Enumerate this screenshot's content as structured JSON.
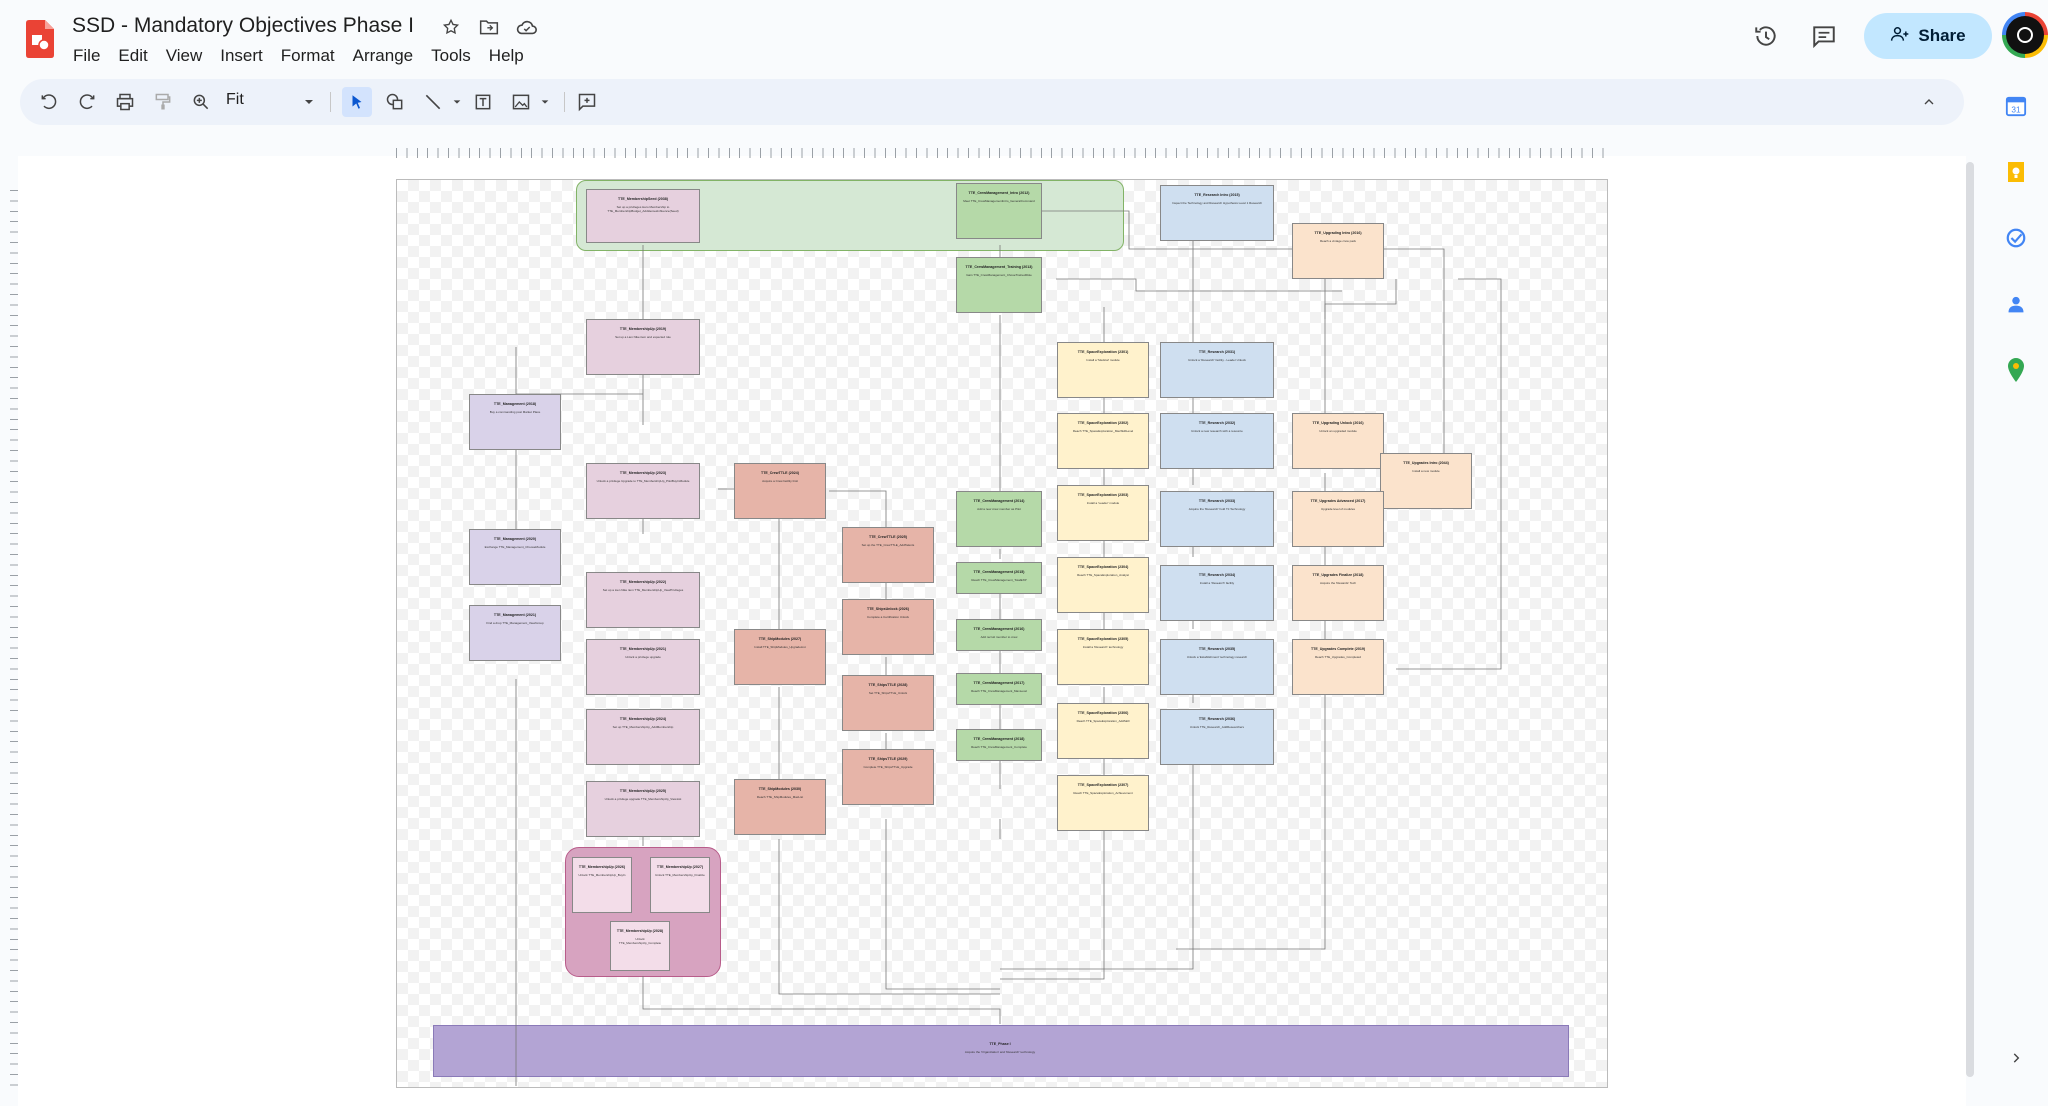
{
  "app": {
    "title": "SSD - Mandatory Objectives Phase I",
    "menu": [
      "File",
      "Edit",
      "Insert",
      "Format",
      "Arrange",
      "Tools",
      "Help",
      "View"
    ],
    "menu_order": [
      "File",
      "Edit",
      "View",
      "Insert",
      "Format",
      "Arrange",
      "Tools",
      "Help"
    ],
    "share_label": "Share",
    "zoom_label": "Fit",
    "accent": "#c2e7ff"
  },
  "toolbar": {
    "icons": [
      "undo-icon",
      "redo-icon",
      "print-icon",
      "paint-format-icon",
      "zoom-icon",
      "select-icon",
      "shape-icon",
      "line-icon",
      "text-box-icon",
      "image-icon",
      "comment-icon"
    ]
  },
  "diagram": {
    "nodes": [
      {
        "id": "n1",
        "title": "TTE_MembershipSeed (2038)",
        "desc": "Set up a privileges Hero Membership to TTE_MembershipBudget_AddHeroesInfluence(Seed)"
      },
      {
        "id": "n2",
        "title": "TTE_CrewManagement_Intro (2012)",
        "desc": "Meet TTE_CrewManagementIntro_GeneralCommand"
      },
      {
        "id": "n3",
        "title": "TTE_Research Intro (2015)",
        "desc": "Inspect the Technology and Research Hypothesis Level 1 Research"
      },
      {
        "id": "n4",
        "title": "TTE_Upgrading Intro (2016)",
        "desc": "Reach a vintage crew pack"
      },
      {
        "id": "n5",
        "title": "TTE_CrewManagement_Training (2013)",
        "desc": "Gain TTE_CrewManagement_ChoseTrainedRole"
      },
      {
        "id": "n6",
        "title": "TTE_MembershipUp (2019)",
        "desc": "Set up a Lien Nike item and expected role"
      },
      {
        "id": "n7",
        "title": "TTE_SpaceExploration (2301)",
        "desc": "Install a 'Medical' module"
      },
      {
        "id": "n8",
        "title": "TTE_Research (2031)",
        "desc": "Unlock a 'Research' facility - Leader Unlock"
      },
      {
        "id": "n9",
        "title": "TTE_Management (2018)",
        "desc": "Buy a commanding post Market Place"
      },
      {
        "id": "n10",
        "title": "TTE_SpaceExploration (2302)",
        "desc": "Reach TTE_SpaceExploration_MaxSkillLevel"
      },
      {
        "id": "n11",
        "title": "TTE_Research (2032)",
        "desc": "Unlock a new research with a resource"
      },
      {
        "id": "n12",
        "title": "TTE_Upgrading Unlock (2016)",
        "desc": "Unlock an upgraded module"
      },
      {
        "id": "n13",
        "title": "TTE_MembershipUp (2023)",
        "desc": "Unlock a privilege Upgrade to TTE_MembershipUp_PilotBuyInModule"
      },
      {
        "id": "n14",
        "title": "TTE_CrewTTLE (2024)",
        "desc": "Acquire a Crew facility limit"
      },
      {
        "id": "n15",
        "title": "TTE_Upgrades Intro (2044)",
        "desc": "Install a new module"
      },
      {
        "id": "n16",
        "title": "TTE_CrewManagement (2014)",
        "desc": "Add a new crew member as Pilot"
      },
      {
        "id": "n17",
        "title": "TTE_SpaceExploration (2303)",
        "desc": "Install a 'Leader' module"
      },
      {
        "id": "n18",
        "title": "TTE_Research (2033)",
        "desc": "Acquire the 'Research' hold Tri Technology"
      },
      {
        "id": "n19",
        "title": "TTE_Upgrades Advanced (2017)",
        "desc": "Upgrade level of modules"
      },
      {
        "id": "n20",
        "title": "TTE_CrewTTLE (2025)",
        "desc": "Set up the TTE_CrewTTLE_AddTalents"
      },
      {
        "id": "n21",
        "title": "TTE_Management (2020)",
        "desc": "Exchange TTE_Management_ChooseModule"
      },
      {
        "id": "n22",
        "title": "TTE_MembershipUp (2022)",
        "desc": "Set up a Lien Nike item TTE_MembershipUp_ViewPrivileges"
      },
      {
        "id": "n23",
        "title": "TTE_CrewManagement (2015)",
        "desc": "Reach TTE_CrewManagement_TotalEXP"
      },
      {
        "id": "n24",
        "title": "TTE_SpaceExploration (2304)",
        "desc": "Reach TTE_SpaceExploration_Analyst"
      },
      {
        "id": "n25",
        "title": "TTE_Research (2034)",
        "desc": "Install a 'Research' facility"
      },
      {
        "id": "n26",
        "title": "TTE_Upgrades Finalize (2018)",
        "desc": "Acquire the 'Rewards' Tech"
      },
      {
        "id": "n27",
        "title": "TTE_ShipsUnlock (2026)",
        "desc": "Complete a Certification Unlock"
      },
      {
        "id": "n28",
        "title": "TTE_Management (2021)",
        "desc": "Find a drop TTE_Management_ViewGroup"
      },
      {
        "id": "n29",
        "title": "TTE_MembershipUp (2021)",
        "desc": "Unlock a privilege upgrade"
      },
      {
        "id": "n30",
        "title": "TTE_ShipModules (2027)",
        "desc": "Install TTE_ShipModules_UpgradeList"
      },
      {
        "id": "n31",
        "title": "TTE_CrewManagement (2016)",
        "desc": "Add recruit member to crew"
      },
      {
        "id": "n32",
        "title": "TTE_SpaceExploration (2305)",
        "desc": "Install a 'Research' technology"
      },
      {
        "id": "n33",
        "title": "TTE_Research (2035)",
        "desc": "Unlock a 'Establishment' technology research"
      },
      {
        "id": "n34",
        "title": "TTE_Upgrades Complete (2019)",
        "desc": "Reach TTE_Upgrades_Completed"
      },
      {
        "id": "n35",
        "title": "TTE_MembershipUp (2024)",
        "desc": "Set up TTE_MembershipUp_AddMembership"
      },
      {
        "id": "n36",
        "title": "TTE_ShipsTTLE (2028)",
        "desc": "Set TTE_ShipsTTLE_Unlock"
      },
      {
        "id": "n37",
        "title": "TTE_CrewManagement (2017)",
        "desc": "Reach TTE_CrewManagement_MaxLevel"
      },
      {
        "id": "n38",
        "title": "TTE_SpaceExploration (2306)",
        "desc": "Reach TTE_SpaceExploration_AddSkill"
      },
      {
        "id": "n39",
        "title": "TTE_Research (2036)",
        "desc": "Unlock TTE_Research_AddResearchers"
      },
      {
        "id": "n40",
        "title": "TTE_MembershipUp (2025)",
        "desc": "Unlock a privilege upgrade TTE_MembershipUp_ViewList"
      },
      {
        "id": "n41",
        "title": "TTE_ShipsTTLE (2029)",
        "desc": "Complete TTE_ShipsTTLE_Upgrade"
      },
      {
        "id": "n42",
        "title": "TTE_CrewManagement (2018)",
        "desc": "Reach TTE_CrewManagement_Complete"
      },
      {
        "id": "n43",
        "title": "TTE_SpaceExploration (2307)",
        "desc": "Reach TTE_SpaceExploration_Achievement"
      },
      {
        "id": "n44",
        "title": "TTE_ShipModules (2030)",
        "desc": "Reach TTE_ShipModules_MaxList"
      },
      {
        "id": "n45",
        "title": "TTE_MembershipUp (2026)",
        "desc": "Unlock TTE_MembershipUp_BuyIn"
      },
      {
        "id": "n46",
        "title": "TTE_MembershipUp (2027)",
        "desc": "Unlock TTE_MembershipUp_Finalize"
      },
      {
        "id": "n47",
        "title": "TTE_MembershipUp (2028)",
        "desc": "Unlock TTE_MembershipUp_Complete"
      },
      {
        "id": "n48",
        "title": "TTE_Phase I",
        "desc": "Acquire the 'Organization' and 'Research' technology"
      }
    ]
  }
}
